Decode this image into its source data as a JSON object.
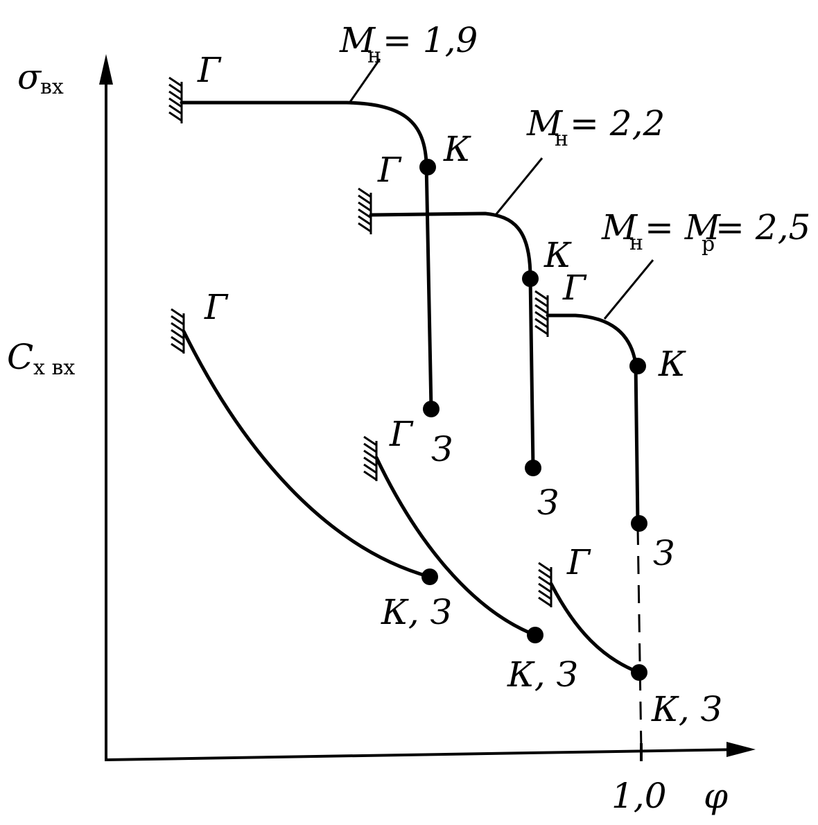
{
  "axes": {
    "y_upper_label": "σ",
    "y_upper_sub": "вх",
    "y_lower_label": "C",
    "y_lower_sub": "x вх",
    "x_label": "φ",
    "x_tick": "1,0"
  },
  "curves": [
    {
      "m_label": "M",
      "m_sub": "н",
      "m_value": "= 1,9"
    },
    {
      "m_label": "M",
      "m_sub": "н",
      "m_value": "= 2,2"
    },
    {
      "m_label": "M",
      "m_sub": "н",
      "m_value_mid": "= M",
      "m_sub2": "р",
      "m_value": "= 2,5"
    }
  ],
  "point_labels": {
    "g": "Г",
    "k": "К",
    "z": "З",
    "kz": "К, З"
  },
  "colors": {
    "ink": "#000000",
    "background": "#ffffff"
  }
}
